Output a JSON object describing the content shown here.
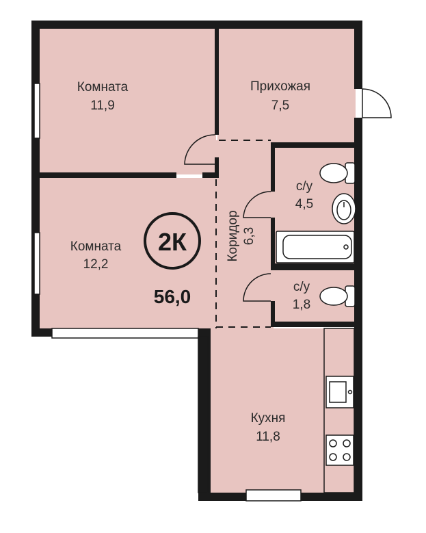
{
  "plan": {
    "badge": "2К",
    "total_area": "56,0",
    "colors": {
      "floor": "#e8c5c1",
      "wall": "#1b1b1b",
      "fixture": "#ffffff"
    },
    "rooms": [
      {
        "id": "room-1",
        "name": "Комната",
        "area": "11,9"
      },
      {
        "id": "hallway",
        "name": "Прихожая",
        "area": "7,5"
      },
      {
        "id": "room-2",
        "name": "Комната",
        "area": "12,2"
      },
      {
        "id": "corridor",
        "name": "Коридор",
        "area": "6,3"
      },
      {
        "id": "bathroom-1",
        "name": "с/у",
        "area": "4,5"
      },
      {
        "id": "bathroom-2",
        "name": "с/у",
        "area": "1,8"
      },
      {
        "id": "kitchen",
        "name": "Кухня",
        "area": "11,8"
      }
    ],
    "icons": [
      "door-swing-icon",
      "toilet-icon",
      "sink-icon",
      "bathtub-icon",
      "kitchen-sink-icon",
      "stove-icon",
      "window-icon"
    ]
  }
}
